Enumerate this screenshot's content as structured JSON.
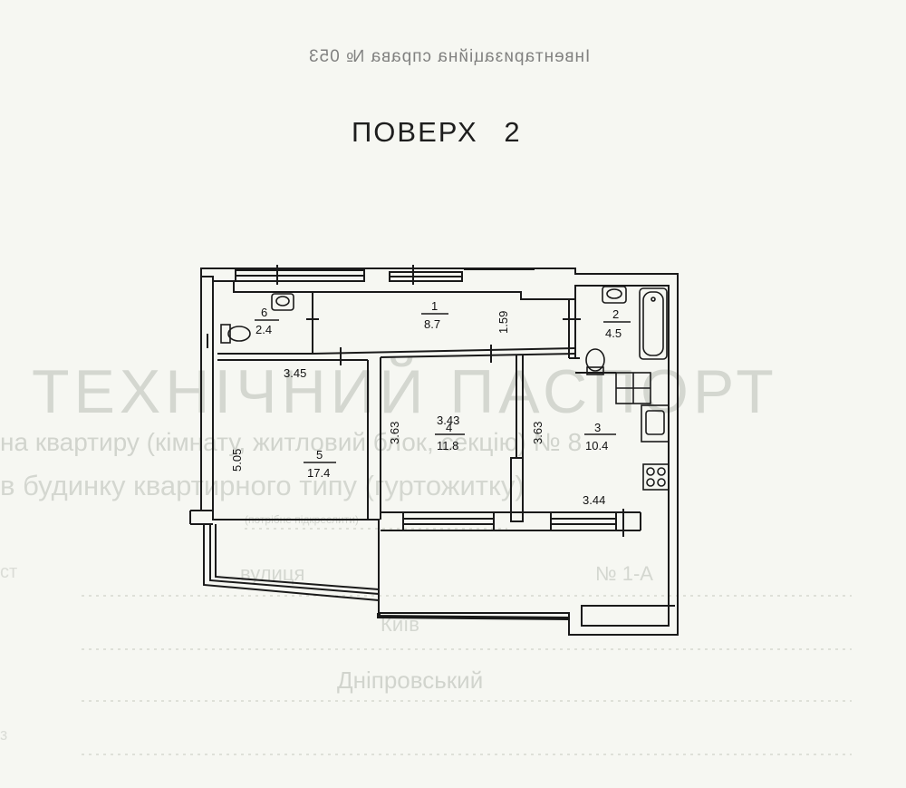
{
  "header": {
    "doc_line": "Інвентаризаційна справа №",
    "doc_number": "053"
  },
  "title": {
    "floor_word": "ПОВЕРХ",
    "floor_number": "2"
  },
  "rooms": [
    {
      "number": "1",
      "area": "8.7"
    },
    {
      "number": "2",
      "area": "4.5"
    },
    {
      "number": "3",
      "area": "10.4"
    },
    {
      "number": "4",
      "area": "11.8"
    },
    {
      "number": "5",
      "area": "17.4"
    },
    {
      "number": "6",
      "area": "2.4"
    }
  ],
  "dimensions": {
    "corridor_width": "1.59",
    "room5_top": "3.45",
    "room5_side": "5.05",
    "room4_left": "3.63",
    "room4_top": "3.43",
    "room3_left": "3.63",
    "room3_bottom": "3.44"
  },
  "background_text": {
    "passport": "ТЕХНІЧНИЙ ПАСПОРТ",
    "line1": "на квартиру (кімнату, житловий блок, секцію) №",
    "line1_num": "8",
    "line2": "в будинку квартирного типу (гуртожитку)",
    "small": "(потрібне підкреслити)",
    "street": "вулиця",
    "house_label": "№",
    "house_num": "1-А",
    "city": "Київ",
    "district": "Дніпровський",
    "left_fragment": "ст",
    "left_fragment2": "з"
  },
  "colors": {
    "ink": "#1a1a1a",
    "paper": "#f6f7f2",
    "ghost": "#b9bdb6"
  }
}
